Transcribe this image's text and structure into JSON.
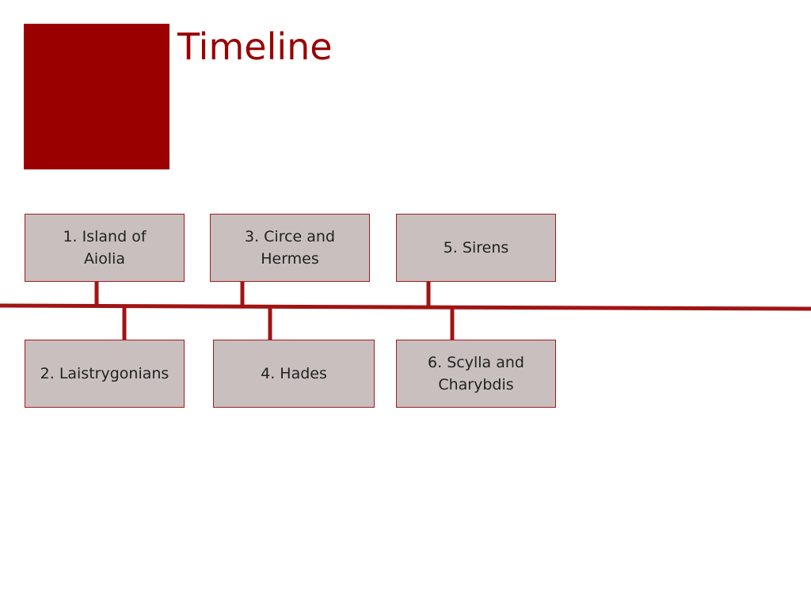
{
  "slide": {
    "title": "Timeline"
  },
  "timeline": {
    "events": [
      {
        "number": 1,
        "label": "1. Island of Aiolia"
      },
      {
        "number": 2,
        "label": "2. Laistrygonians"
      },
      {
        "number": 3,
        "label": "3. Circe and Hermes"
      },
      {
        "number": 4,
        "label": "4. Hades"
      },
      {
        "number": 5,
        "label": "5. Sirens"
      },
      {
        "number": 6,
        "label": "6. Scylla and Charybdis"
      }
    ]
  },
  "colors": {
    "accent": "#9b0000",
    "box_fill": "#c9bfbf",
    "box_border": "#a11b1b",
    "text": "#222222"
  }
}
